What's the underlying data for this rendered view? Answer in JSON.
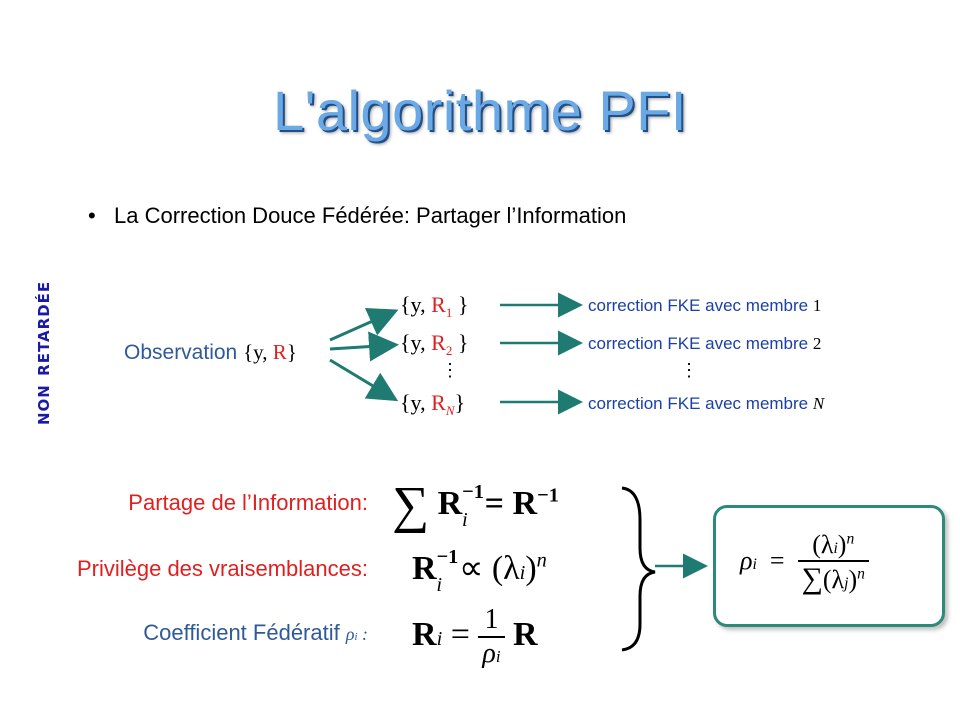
{
  "slide": {
    "title": "L'algorithme PFI",
    "bullet": "La Correction Douce Fédérée: Partager l’Information",
    "vertical_label": "non retardée",
    "observation": {
      "label": "Observation",
      "set": "{y, R}"
    },
    "branches": [
      {
        "set_prefix": "{y, ",
        "r": "R",
        "sub": "1",
        "suffix": " }",
        "correction": "correction FKE avec membre",
        "member": "1"
      },
      {
        "set_prefix": "{y, ",
        "r": "R",
        "sub": "2",
        "suffix": " }",
        "correction": "correction FKE avec membre",
        "member": "2"
      },
      {
        "set_prefix": "{y, ",
        "r": "R",
        "sub": "N",
        "suffix": "}",
        "correction": "correction FKE avec membre",
        "member": "N"
      }
    ],
    "vdots": "⋮",
    "rows": [
      {
        "label": "Partage de l’Information:",
        "color": "#e02020"
      },
      {
        "label": "Privilège des vraisemblances:",
        "color": "#e02020"
      },
      {
        "label": "Coefficient Fédératif",
        "symbol": "ρi :",
        "color": "#2f5a9a"
      }
    ],
    "colors": {
      "title": "#6aa8e6",
      "arrow": "#1f7a72",
      "box_border": "#2d8a7a",
      "vertical": "#1a1aa6"
    }
  }
}
